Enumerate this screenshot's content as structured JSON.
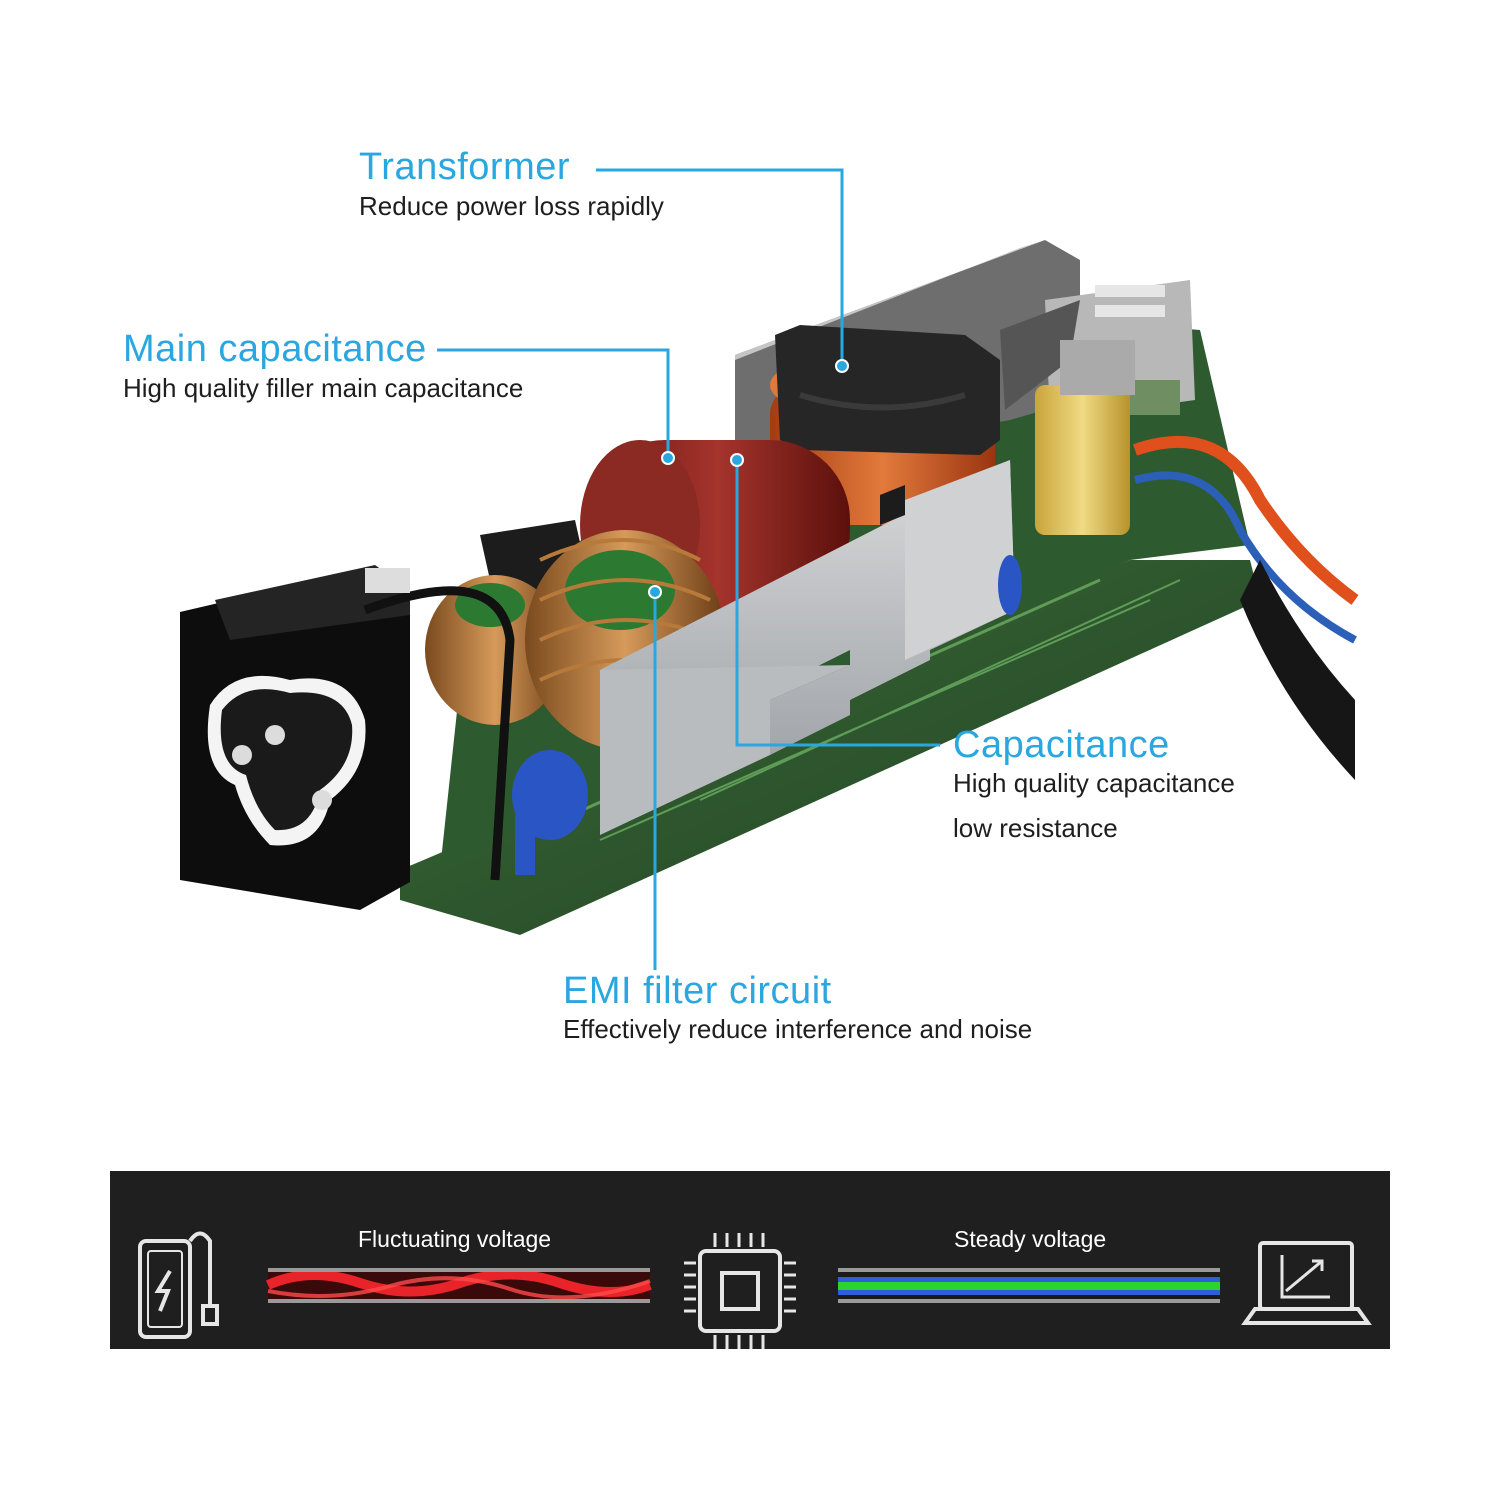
{
  "callouts": {
    "transformer": {
      "title": "Transformer",
      "desc": "Reduce power loss rapidly"
    },
    "main_capacitance": {
      "title": "Main capacitance",
      "desc": "High quality filler main capacitance"
    },
    "capacitance": {
      "title": "Capacitance",
      "desc_line1": "High quality capacitance",
      "desc_line2": "low resistance"
    },
    "emi_filter": {
      "title": "EMI filter circuit",
      "desc": "Effectively reduce interference and noise"
    }
  },
  "banner": {
    "fluctuating_label": "Fluctuating voltage",
    "steady_label": "Steady voltage",
    "icons": [
      "power-bank-icon",
      "chip-icon",
      "laptop-chart-icon"
    ]
  },
  "colors": {
    "accent": "#2aa7df",
    "text": "#1e1e1e",
    "banner_bg": "#1f1f1f",
    "fluctuating": "#e8232a",
    "steady_green": "#2ed12e",
    "steady_blue": "#2f5fd8"
  }
}
